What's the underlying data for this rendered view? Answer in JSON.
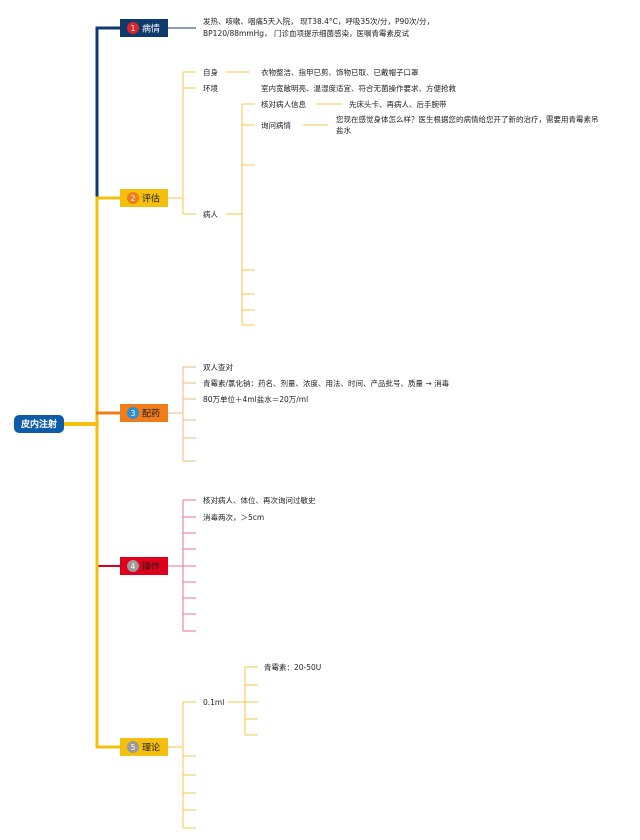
{
  "colors": {
    "navy": "#0e3a6e",
    "yellow": "#f5bf0f",
    "orange": "#f07d1a",
    "red": "#e0001b",
    "root": "#0e5ba8",
    "leafline_yellow": "#f6c84a",
    "leafline_orange": "#f6b97a",
    "leafline_red": "#e8738a"
  },
  "root": {
    "label": "皮内注射"
  },
  "branches": [
    {
      "num": "1",
      "label": "病情",
      "color": "#0e3a6e",
      "badge": "#d9262b",
      "text_lines": [
        "发热、咳嗽、咽痛5天入院， 现T38.4°C，呼吸35次/分，P90次/分，",
        "BP120/88mmHg， 门诊血项提示细菌感染，医嘱青霉素皮试"
      ]
    },
    {
      "num": "2",
      "label": "评估",
      "color": "#f5bf0f",
      "badge": "#f07d1a",
      "items": [
        {
          "label": "自身",
          "detail": "衣物整洁、指甲已剪、饰物已取、已戴帽子口罩"
        },
        {
          "label": "环境",
          "detail": "室内宽敞明亮、温湿度适宜、符合无菌操作要求、方便抢救"
        },
        {
          "label": "病人",
          "sub": [
            {
              "label": "核对病人信息",
              "detail": "先床头卡、再病人、后手腕带"
            },
            {
              "label": "询问病情",
              "detail_lines": [
                "您现在感觉身体怎么样？医生根据您的病情给您开了新的治疗，需要用青霉素吊",
                "盐水"
              ]
            }
          ]
        }
      ]
    },
    {
      "num": "3",
      "label": "配药",
      "color": "#f07d1a",
      "badge": "#2e8fd6",
      "items": [
        "双人查对",
        "青霉素/氯化钠：药名、剂量、浓度、用法、时间、产品批号、质量 → 消毒",
        "80万单位＋4ml盐水＝20万/ml"
      ]
    },
    {
      "num": "4",
      "label": "操作",
      "color": "#e0001b",
      "badge": "#9a9a9a",
      "items": [
        "核对病人、体位、再次询问过敏史",
        "消毒两次，＞5cm"
      ]
    },
    {
      "num": "5",
      "label": "理论",
      "color": "#f5bf0f",
      "badge": "#9a9a9a",
      "items": [
        {
          "label": "0.1ml",
          "sub": [
            "青霉素：20-50U"
          ]
        }
      ]
    }
  ]
}
